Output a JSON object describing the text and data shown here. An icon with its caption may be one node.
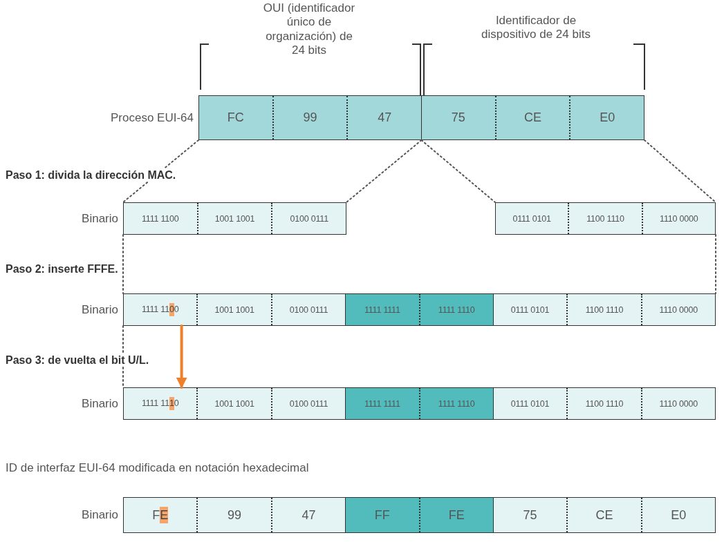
{
  "diagram": {
    "nodes": [
      {
        "text": [
          "Proceso EUI-64"
        ]
      },
      {
        "text": [
          "FC"
        ],
        "in": 0
      },
      {
        "text": [
          "99"
        ],
        "in": 0
      },
      {
        "text": [
          "47"
        ],
        "in": 0
      },
      {
        "text": [
          "75"
        ],
        "in": 0
      },
      {
        "text": [
          "CE"
        ],
        "in": 0
      },
      {
        "text": [
          "E0"
        ],
        "in": 0
      },
      {
        "text": [
          "Binario"
        ]
      },
      {
        "text": [
          "1111 1100"
        ],
        "in": 7
      },
      {
        "text": [
          "1001 1001"
        ],
        "in": 7
      },
      {
        "text": [
          "0100 0111"
        ],
        "in": 7
      },
      {
        "text": [],
        "shape": "box"
      },
      {
        "text": [
          "0111 0101"
        ],
        "in": 11
      },
      {
        "text": [
          "1100 1110"
        ],
        "in": 11
      },
      {
        "text": [
          "1110 0000"
        ],
        "in": 11
      },
      {
        "text": [
          "Binario"
        ]
      },
      {
        "text": [
          "1111 1100"
        ],
        "in": 15
      },
      {
        "text": [
          "1001 1001"
        ],
        "in": 15
      },
      {
        "text": [
          "0100 0111"
        ],
        "in": 15
      },
      {
        "text": [
          "1111 1111"
        ],
        "in": 15
      },
      {
        "text": [
          "1111 1110"
        ],
        "in": 15
      },
      {
        "text": [
          "0111 0101"
        ],
        "in": 15
      },
      {
        "text": [
          "1100 1110"
        ],
        "in": 15
      },
      {
        "text": [
          "1110 0000"
        ],
        "in": 15
      },
      {
        "text": [
          "Binario"
        ]
      },
      {
        "text": [
          "1111 1110"
        ],
        "in": 24
      },
      {
        "text": [
          "1001 1001"
        ],
        "in": 24
      },
      {
        "text": [
          "0100 0111"
        ],
        "in": 24
      },
      {
        "text": [
          "1111 1111"
        ],
        "in": 24
      },
      {
        "text": [
          "1111 1110"
        ],
        "in": 24
      },
      {
        "text": [
          "0111 0101"
        ],
        "in": 24
      },
      {
        "text": [
          "1100 1110"
        ],
        "in": 24
      },
      {
        "text": [
          "1110 0000"
        ],
        "in": 24
      },
      {
        "text": [
          "Binario"
        ]
      },
      {
        "text": [
          "FE"
        ],
        "in": 33
      },
      {
        "text": [
          "99"
        ],
        "in": 33
      },
      {
        "text": [
          "47"
        ],
        "in": 33
      },
      {
        "text": [
          "FF"
        ],
        "in": 33
      },
      {
        "text": [
          "FE"
        ],
        "in": 33
      },
      {
        "text": [
          "75"
        ],
        "in": 33
      },
      {
        "text": [
          "CE"
        ],
        "in": 33
      },
      {
        "text": [
          "E0"
        ],
        "in": 33
      }
    ],
    "edges": [
      {
        "from": 1,
        "to": 8,
        "arrow": "none",
        "style": "dashed"
      },
      {
        "from": 3,
        "to": 10,
        "arrow": "none",
        "style": "dashed"
      },
      {
        "from": 4,
        "to": 12,
        "arrow": "none",
        "style": "dashed"
      },
      {
        "from": 6,
        "to": 14,
        "arrow": "none",
        "style": "dashed"
      },
      {
        "from": 8,
        "to": 16,
        "arrow": "none",
        "style": "dashed"
      },
      {
        "from": 14,
        "to": 23,
        "arrow": "none",
        "style": "dashed"
      },
      {
        "from": 16,
        "to": 25,
        "arrow": "none",
        "style": "dashed"
      },
      {
        "from": 16,
        "to": 25,
        "arrow": "to",
        "style": "thick",
        "color": "#f07f2a"
      }
    ],
    "labels": [
      "OUI (identificador único de organización) de 24 bits",
      "Identificador de dispositivo de 24 bits",
      "Paso 1: divida la dirección MAC.",
      "Paso 2: inserte FFFE.",
      "Paso 3: de vuelta el bit U/L.",
      "ID de interfaz EUI-64 modificada en notación hexadecimal"
    ]
  }
}
